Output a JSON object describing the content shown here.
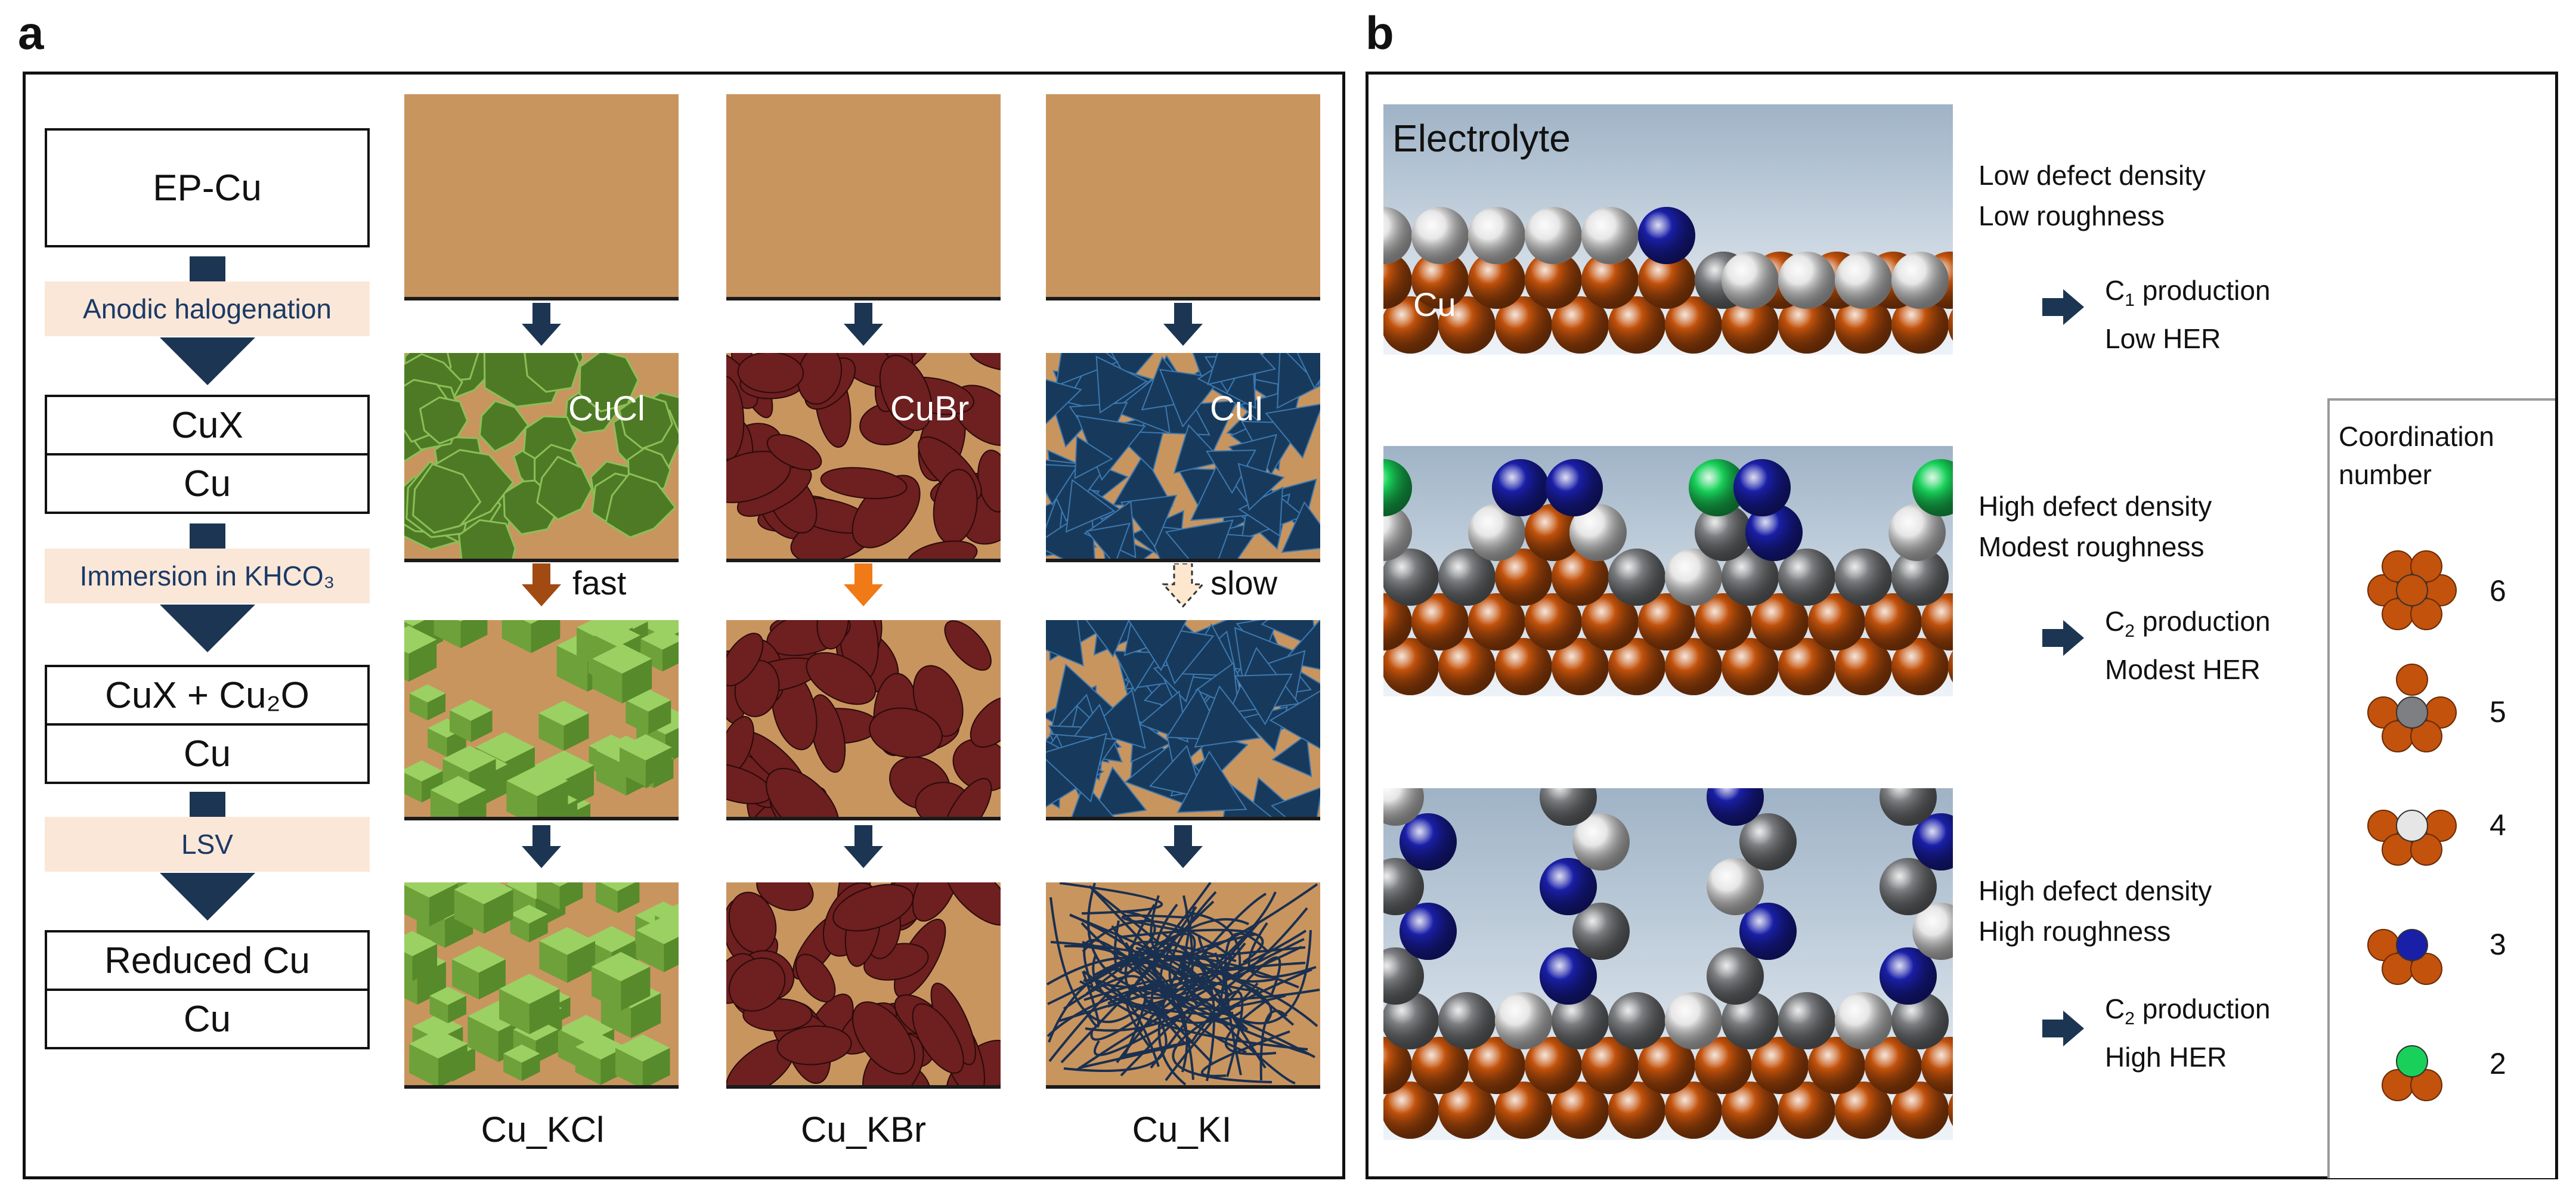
{
  "panel_a": {
    "letter": "a",
    "flow": {
      "top_box": "EP-Cu",
      "step1": "Anodic halogenation",
      "cux_top": "CuX",
      "cux_bottom": "Cu",
      "step2": "Immersion in KHCO₃",
      "cux2o_top": "CuX + Cu₂O",
      "cux2o_bottom": "Cu",
      "step3": "LSV",
      "reduced_top": "Reduced Cu",
      "reduced_bottom": "Cu"
    },
    "columns": [
      {
        "halide_label": "CuCl",
        "rate": "fast",
        "sample": "Cu_KCl"
      },
      {
        "halide_label": "CuBr",
        "rate": "",
        "sample": "Cu_KBr"
      },
      {
        "halide_label": "CuI",
        "rate": "slow",
        "sample": "Cu_KI"
      }
    ],
    "colors": {
      "copper": "#c9955f",
      "cucl": "#4f7a25",
      "cubr": "#6e1f1f",
      "cui": "#173a5c",
      "cu2o": "#7fb24a",
      "arrow": "#1c3553",
      "fast_arrow": "#a14a12",
      "mid_arrow": "#f07a16"
    }
  },
  "panel_b": {
    "letter": "b",
    "electrolyte_label": "Electrolyte",
    "cu_label": "Cu",
    "rows": [
      {
        "desc1": "Low defect density",
        "desc2": "Low roughness",
        "prod_prefix": "C",
        "prod_sub": "1",
        "prod_suffix": " production",
        "her": "Low HER"
      },
      {
        "desc1": "High defect density",
        "desc2": "Modest roughness",
        "prod_prefix": "C",
        "prod_sub": "2",
        "prod_suffix": " production",
        "her": "Modest HER"
      },
      {
        "desc1": "High defect density",
        "desc2": "High roughness",
        "prod_prefix": "C",
        "prod_sub": "2",
        "prod_suffix": " production",
        "her": "High HER"
      }
    ],
    "legend": {
      "title1": "Coordination",
      "title2": "number",
      "numbers": [
        "6",
        "5",
        "4",
        "3",
        "2"
      ]
    },
    "atom_colors": {
      "cn6": "#c2520c",
      "cn5": "#7d7f82",
      "cn4": "#e6e6e6",
      "cn3": "#1a1fa8",
      "cn2": "#19d15a"
    }
  }
}
